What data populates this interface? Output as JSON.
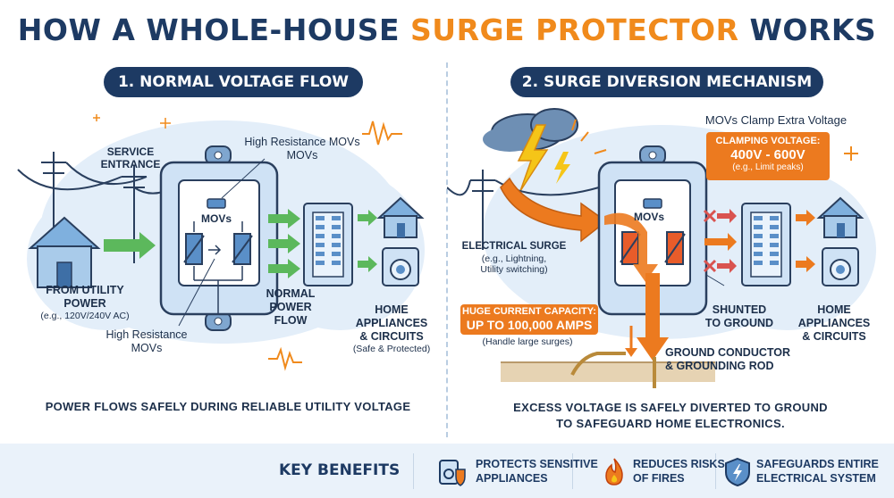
{
  "title": {
    "prefix": "HOW A WHOLE-HOUSE ",
    "highlight": "SURGE PROTECTOR",
    "suffix": " WORKS"
  },
  "colors": {
    "navy": "#1d3a63",
    "orange": "#ec7a1f",
    "green": "#5cb85c",
    "blue": "#5a8fc8",
    "red": "#d9534f"
  },
  "left": {
    "heading": "1. NORMAL VOLTAGE FLOW",
    "service_entrance": [
      "SERVICE",
      "ENTRANCE"
    ],
    "high_resistance_top": [
      "High Resistance MOVs",
      "MOVs"
    ],
    "movs": "MOVs",
    "from_utility": [
      "FROM UTILITY",
      "POWER"
    ],
    "from_utility_note": "(e.g., 120V/240V AC)",
    "high_resistance_bottom": [
      "High Resistance",
      "MOVs"
    ],
    "normal_flow": [
      "NORMAL",
      "POWER",
      "FLOW"
    ],
    "home": [
      "HOME",
      "APPLIANCES",
      "& CIRCUITS"
    ],
    "home_note": "(Safe & Protected)",
    "caption": "POWER FLOWS SAFELY DURING RELIABLE UTILITY VOLTAGE"
  },
  "right": {
    "heading": "2. SURGE DIVERSION MECHANISM",
    "clamp_title": "MOVs Clamp Extra Voltage",
    "clamp_label": "CLAMPING VOLTAGE:",
    "clamp_value": "400V - 600V",
    "clamp_note": "(e.g., Limit peaks)",
    "movs": "MOVs",
    "surge": "ELECTRICAL SURGE",
    "surge_note": [
      "(e.g., Lightning,",
      "Utility switching)"
    ],
    "capacity_label": "HUGE CURRENT CAPACITY:",
    "capacity_value": "UP TO 100,000 AMPS",
    "capacity_note": "(Handle large surges)",
    "shunted": [
      "SHUNTED",
      "TO GROUND"
    ],
    "home": [
      "HOME",
      "APPLIANCES",
      "& CIRCUITS"
    ],
    "ground": [
      "GROUND CONDUCTOR",
      "& GROUNDING ROD"
    ],
    "caption": [
      "EXCESS VOLTAGE IS SAFELY DIVERTED TO GROUND",
      "TO SAFEGUARD HOME ELECTRONICS."
    ]
  },
  "benefits": {
    "title": "KEY BENEFITS",
    "items": [
      {
        "icon": "appliance-shield-icon",
        "lines": [
          "PROTECTS SENSITIVE",
          "APPLIANCES"
        ]
      },
      {
        "icon": "fire-icon",
        "lines": [
          "REDUCES RISKS",
          "OF FIRES"
        ]
      },
      {
        "icon": "shield-bolt-icon",
        "lines": [
          "SAFEGUARDS ENTIRE",
          "ELECTRICAL SYSTEM"
        ]
      }
    ]
  }
}
